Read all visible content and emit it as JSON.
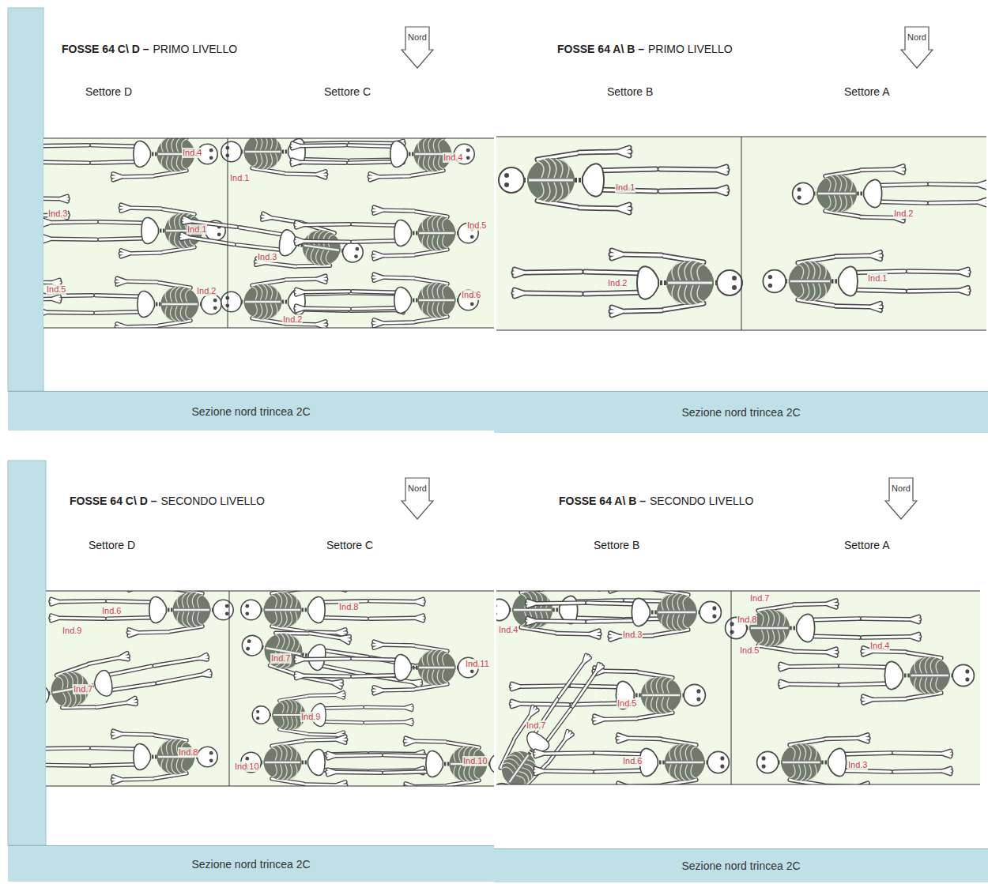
{
  "diagram": {
    "nodes": [
      {
        "text": [
          "Nord"
        ]
      },
      {
        "text": [
          "Nord"
        ]
      },
      {
        "text": [
          "Sezione nord trincea 2C"
        ]
      },
      {
        "text": [
          "Sezione nord trincea 2C"
        ]
      },
      {
        "text": [
          "Nord"
        ]
      },
      {
        "text": [
          "Nord"
        ]
      },
      {
        "text": [
          "Sezione nord trincea 2C"
        ]
      },
      {
        "text": [
          "Sezione nord trincea 2C"
        ]
      }
    ],
    "labels": [
      "FOSSE 64 C\\ D –",
      "PRIMO LIVELLO",
      "Settore D",
      "Settore C",
      "FOSSE 64 A\\ B –",
      "PRIMO LIVELLO",
      "Settore B",
      "Settore A",
      "Ind.4",
      "Ind.3",
      "Ind.1",
      "Ind.5",
      "Ind.2",
      "Ind.1",
      "Ind.4",
      "Ind.3",
      "Ind.5",
      "Ind.2",
      "Ind.6",
      "Ind.1",
      "Ind.2",
      "Ind.2",
      "Ind.1",
      "FOSSE 64 C\\ D –",
      "SECONDO LIVELLO",
      "Settore D",
      "Settore C",
      "FOSSE 64 A\\ B –",
      "SECONDO LIVELLO",
      "Settore B",
      "Settore A",
      "Ind.6",
      "Ind.9",
      "Ind.7",
      "Ind.8",
      "Ind.8",
      "Ind.7",
      "Ind.11",
      "Ind.9",
      "Ind.10",
      "Ind.10",
      "Ind.4",
      "Ind.3",
      "Ind.5",
      "Ind.7",
      "Ind.6",
      "Ind.7",
      "Ind.8",
      "Ind.5",
      "Ind.4",
      "Ind.3"
    ]
  }
}
